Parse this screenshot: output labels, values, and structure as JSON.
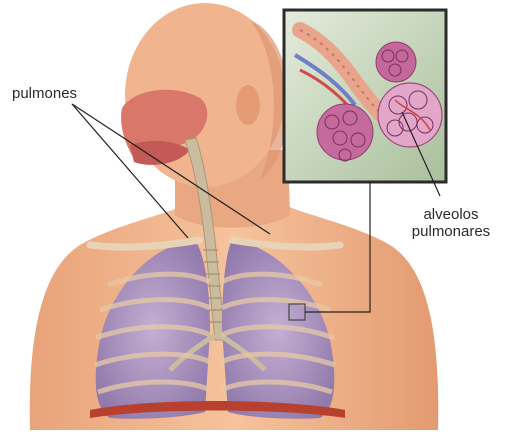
{
  "labels": {
    "lungs": "pulmones",
    "alveoli_line1": "alveolos",
    "alveoli_line2": "pulmonares"
  },
  "colors": {
    "skin": "#f2b48a",
    "skin_shadow": "#d98c62",
    "lung": "#a890c0",
    "lung_dark": "#7d6a9e",
    "airway": "#c9b9a0",
    "inset_bg": "#c9d8bf",
    "inset_border": "#2b2b2b",
    "alveoli": "#c4689a",
    "diaphragm": "#b8402f",
    "leader_line": "#222222"
  }
}
